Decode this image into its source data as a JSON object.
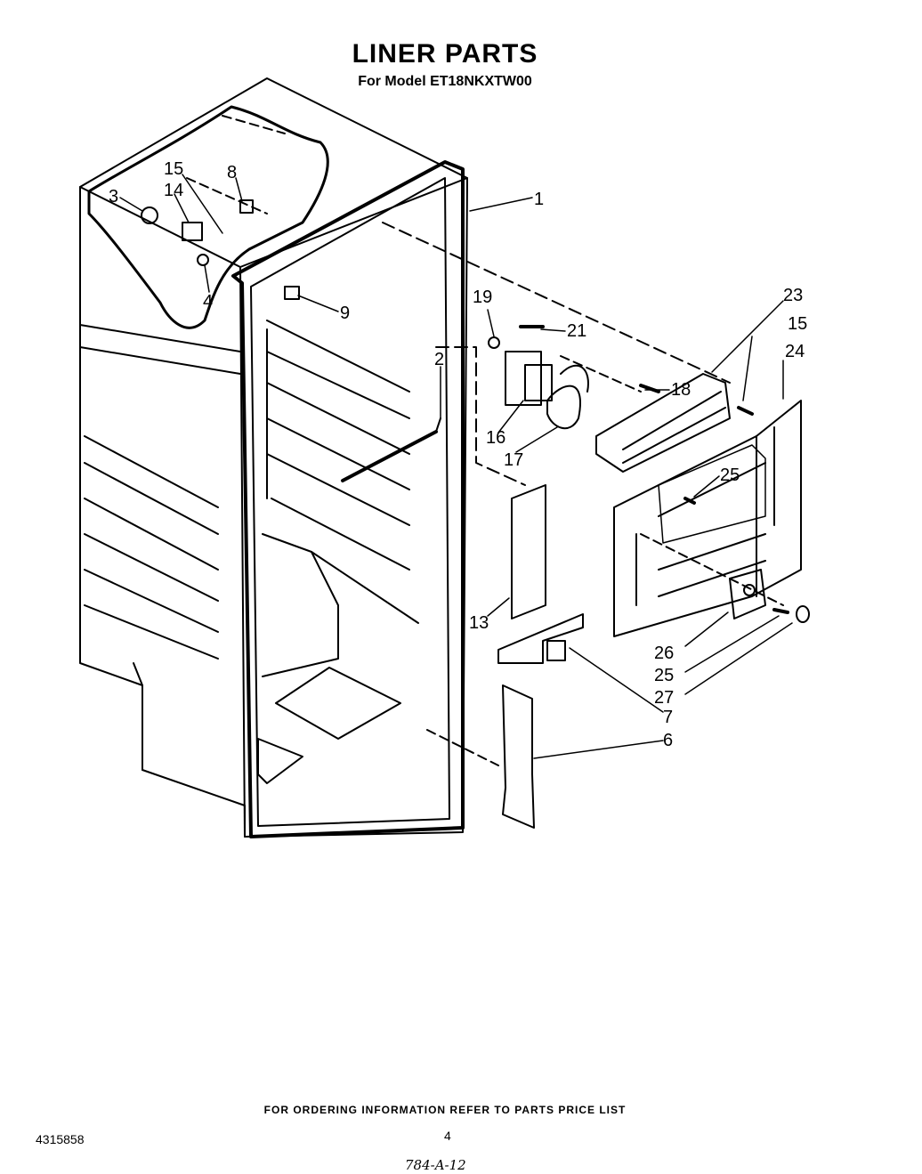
{
  "header": {
    "title": "LINER PARTS",
    "subtitle": "For Model ET18NKXTW00"
  },
  "callouts": {
    "c1": "1",
    "c2": "2",
    "c3": "3",
    "c4": "4",
    "c6": "6",
    "c7": "7",
    "c8": "8",
    "c9": "9",
    "c13": "13",
    "c14": "14",
    "c15a": "15",
    "c15b": "15",
    "c16": "16",
    "c17": "17",
    "c18": "18",
    "c19": "19",
    "c21": "21",
    "c23": "23",
    "c24": "24",
    "c25a": "25",
    "c25b": "25",
    "c26": "26",
    "c27": "27"
  },
  "footer": {
    "ordering_note": "FOR ORDERING INFORMATION REFER TO PARTS PRICE LIST",
    "doc_number": "4315858",
    "page_number": "4",
    "code": "784-A-12"
  }
}
